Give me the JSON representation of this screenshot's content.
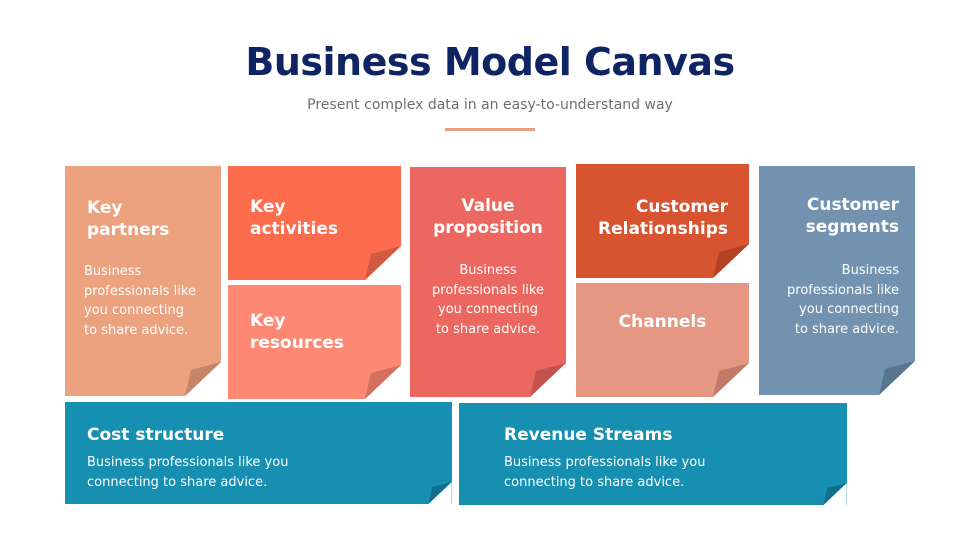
{
  "header": {
    "title": "Business Model Canvas",
    "subtitle": "Present complex data in an easy-to-understand way"
  },
  "colors": {
    "title": "#0f2463",
    "subtitle": "#6f6f6f",
    "accent_rule": "#eb9f82",
    "key_partners": "#eca17f",
    "key_activities": "#fe6c4e",
    "key_resources": "#fe8872",
    "value_proposition": "#ec6760",
    "customer_relationships": "#d8532f",
    "channels": "#e59783",
    "customer_segments": "#7292b0",
    "cost_structure": "#168fb1",
    "revenue_streams": "#168fb1"
  },
  "blocks": {
    "key_partners": {
      "title_line1": "Key",
      "title_line2": "partners",
      "body_lines": [
        "Business",
        "professionals like",
        "you connecting",
        "to share advice."
      ]
    },
    "key_activities": {
      "title_line1": "Key",
      "title_line2": "activities"
    },
    "key_resources": {
      "title_line1": "Key",
      "title_line2": "resources"
    },
    "value_proposition": {
      "title_line1": "Value",
      "title_line2": "proposition",
      "body_lines": [
        "Business",
        "professionals like",
        "you connecting",
        "to share advice."
      ]
    },
    "customer_relationships": {
      "title_line1": "Customer",
      "title_line2": "Relationships"
    },
    "channels": {
      "title_line1": "Channels"
    },
    "customer_segments": {
      "title_line1": "Customer",
      "title_line2": "segments",
      "body_lines": [
        "Business",
        "professionals like",
        "you connecting",
        "to share advice."
      ]
    },
    "cost_structure": {
      "title_line1": "Cost structure",
      "body_lines": [
        "Business professionals like you",
        "connecting to share advice."
      ]
    },
    "revenue_streams": {
      "title_line1": "Revenue Streams",
      "body_lines": [
        "Business professionals like you",
        "connecting to share advice."
      ]
    }
  }
}
